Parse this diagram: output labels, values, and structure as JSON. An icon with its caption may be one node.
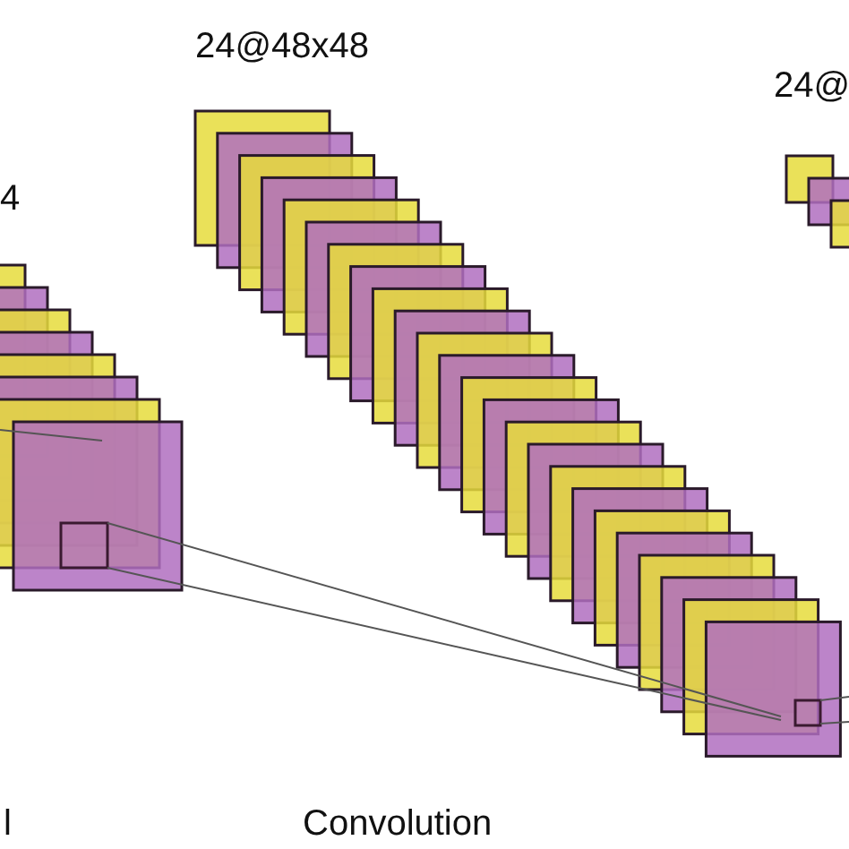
{
  "diagram": {
    "labels": [
      "24@48x48",
      "4",
      "24@",
      "l",
      "Convolution"
    ]
  }
}
